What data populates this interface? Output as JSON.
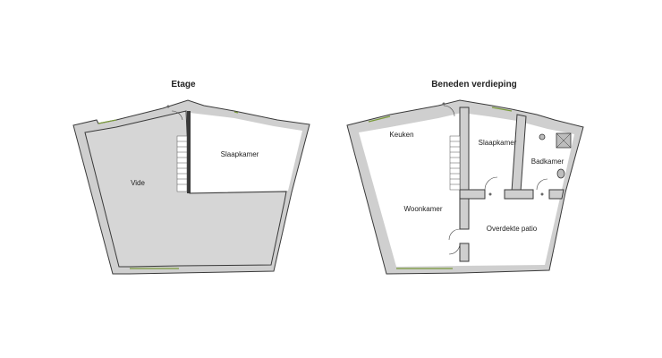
{
  "plans": {
    "upper": {
      "title": "Etage",
      "rooms": {
        "vide": "Vide",
        "slaapkamer": "Slaapkamer"
      }
    },
    "ground": {
      "title": "Beneden verdieping",
      "rooms": {
        "keuken": "Keuken",
        "slaapkamer": "Slaapkamer",
        "badkamer": "Badkamer",
        "woonkamer": "Woonkamer",
        "patio": "Overdekte patio"
      }
    }
  },
  "colors": {
    "wall": "#cfcfcf",
    "void": "#d6d6d6",
    "outline": "#3a3a3a",
    "window": "#7a9a3a"
  }
}
